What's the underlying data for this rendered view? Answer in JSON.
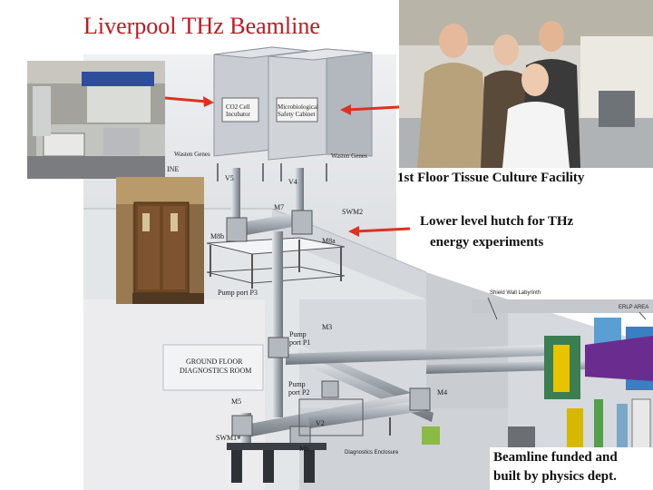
{
  "title": "Liverpool THz Beamline",
  "captions": {
    "tissue_culture": "1st Floor Tissue Culture Facility",
    "lower_hutch_line1": "Lower level hutch for THz",
    "lower_hutch_line2": "energy experiments",
    "funding_line1": "Beamline funded and",
    "funding_line2": "built by physics dept."
  },
  "diagram_labels": {
    "co2_incubator_1": "CO2 Cell",
    "co2_incubator_2": "Incubator",
    "safety_cabinet_1": "Microbiological",
    "safety_cabinet_2": "Safety Cabinet",
    "waste_left": "Wasten Genes",
    "waste_right": "Wasten Genes",
    "line_text": "INE",
    "v5": "V5",
    "v4": "V4",
    "m7": "M7",
    "swm2": "SWM2",
    "m8b": "M8b",
    "m8a": "M8a",
    "pump_port_p3": "Pump port P3",
    "shield_wall": "Shield Wall Labyrinth",
    "erlp_area": "ERLP AREA",
    "m3": "M3",
    "pump_port_p1_1": "Pump",
    "pump_port_p1_2": "port P1",
    "ground_floor_1": "GROUND FLOOR",
    "ground_floor_2": "DIAGNOSTICS ROOM",
    "pump_port_p2_1": "Pump",
    "pump_port_p2_2": "port P2",
    "m4": "M4",
    "m5": "M5",
    "v2": "V2",
    "swm1": "SWM1",
    "m6": "M6",
    "diagnostics_enclosure": "Diagnostics Enclosure"
  },
  "colors": {
    "title": "#c8161e",
    "arrow": "#e0301e",
    "pipe": "#9ca3ad",
    "floor": "#d9dce0",
    "wall": "#bfc3c8"
  }
}
